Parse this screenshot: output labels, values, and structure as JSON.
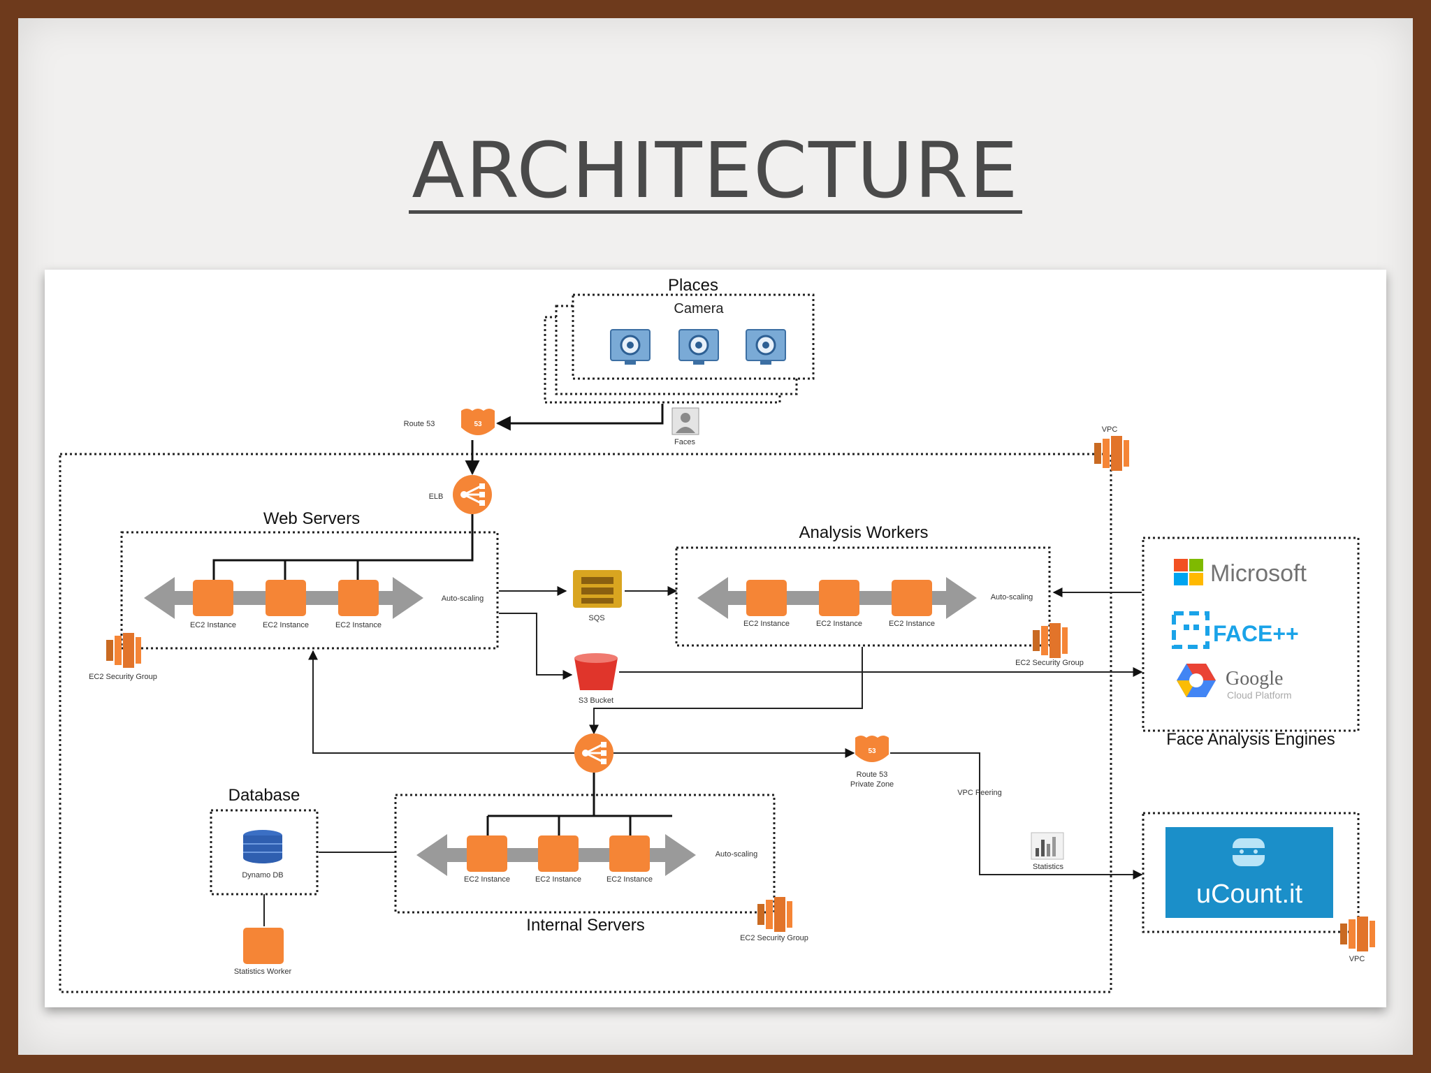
{
  "slide": {
    "title": "ARCHITECTURE"
  },
  "places": {
    "title": "Places",
    "camera": "Camera",
    "faces": "Faces"
  },
  "route53": {
    "top": "Route 53",
    "private_l1": "Route 53",
    "private_l2": "Private Zone"
  },
  "vpc": {
    "label": "VPC",
    "peering": "VPC Peering"
  },
  "elb": "ELB",
  "web_servers": {
    "title": "Web Servers",
    "instance": "EC2 Instance",
    "autoscaling": "Auto-scaling",
    "security_group": "EC2 Security Group"
  },
  "analysis_workers": {
    "title": "Analysis Workers",
    "instance": "EC2 Instance",
    "autoscaling": "Auto-scaling",
    "security_group": "EC2 Security Group"
  },
  "sqs": "SQS",
  "s3": "S3 Bucket",
  "internal_servers": {
    "title": "Internal Servers",
    "instance": "EC2 Instance",
    "autoscaling": "Auto-scaling",
    "security_group": "EC2 Security Group"
  },
  "database": {
    "title": "Database",
    "dynamo": "Dynamo DB",
    "worker": "Statistics Worker"
  },
  "face_engines": {
    "title": "Face Analysis Engines",
    "microsoft": "Microsoft",
    "facepp": "FACE++",
    "google": "Google",
    "google_sub": "Cloud Platform"
  },
  "statistics": "Statistics",
  "ucount": "uCount.it",
  "colors": {
    "aws_orange": "#f58536",
    "arrow_gray": "#9a9a9a",
    "ucount_blue": "#1b8fc9",
    "s3_red": "#e0352b",
    "sqs_gold": "#d9a520"
  }
}
